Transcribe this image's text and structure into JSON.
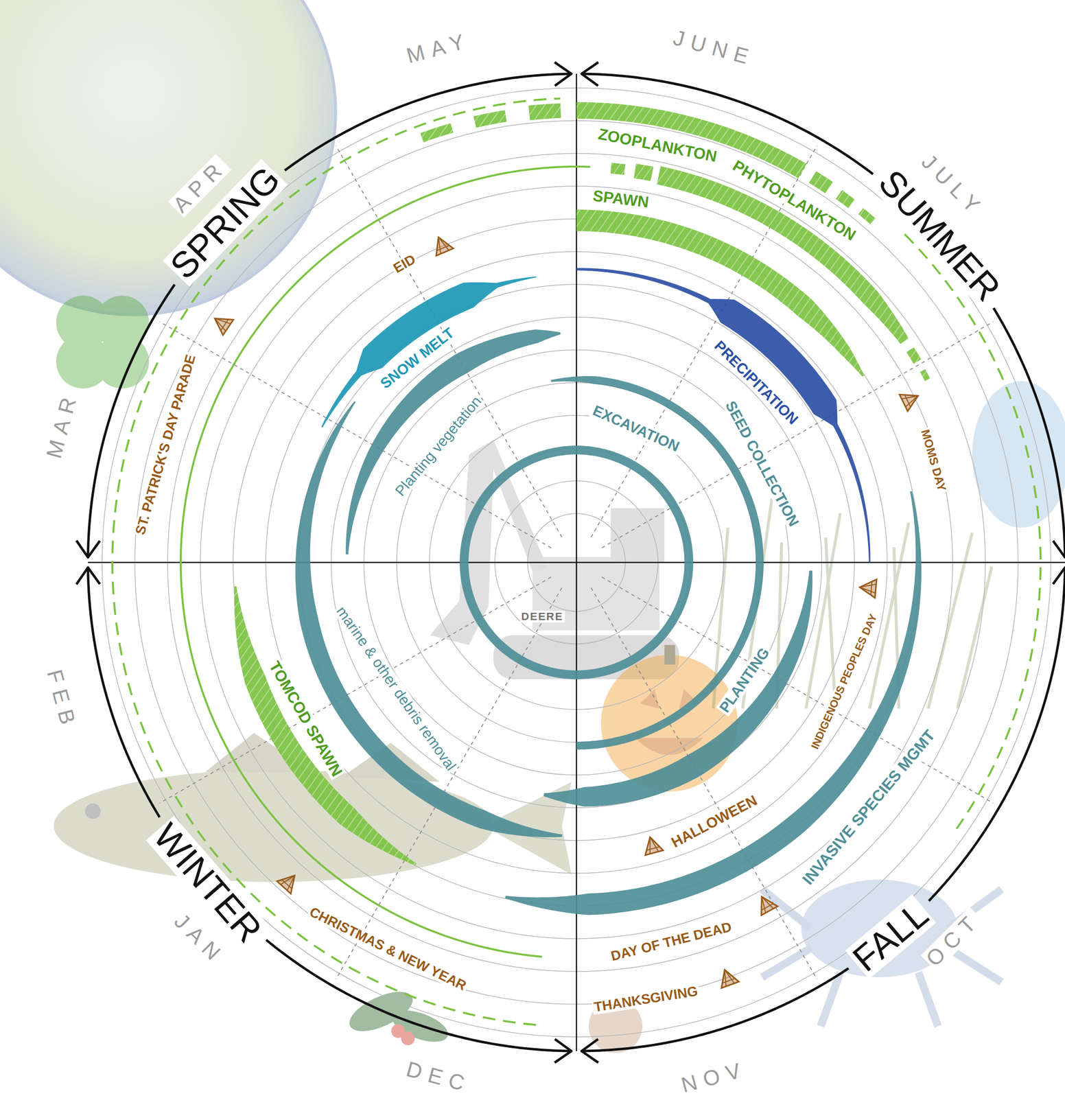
{
  "diagram": {
    "nodes": [
      {
        "text": [
          "ZOOPLANKTON"
        ]
      },
      {
        "text": [
          "PHYTOPLANKTON"
        ]
      },
      {
        "text": [
          "SPAWN"
        ]
      },
      {
        "text": [
          "PRECIPITATION"
        ]
      },
      {
        "text": [
          "SNOW MELT"
        ]
      },
      {
        "text": [
          "Planting vegetation"
        ]
      },
      {
        "text": [
          "EXCAVATION"
        ]
      },
      {
        "text": [
          "SEED COLLECTION"
        ]
      },
      {
        "text": [
          "PLANTING"
        ]
      },
      {
        "text": [
          "INVASIVE SPECIES MGMT"
        ]
      },
      {
        "text": [
          "marine & other debris removal"
        ]
      },
      {
        "text": [
          "TOMCOD SPAWN"
        ]
      }
    ],
    "labels": [
      "JUNE",
      "JULY",
      "SUMMER",
      "MOMS DAY",
      "OCT",
      "INDIGENOUS PEOPLES DAY",
      "HALLOWEEN",
      "DAY OF THE DEAD",
      "FALL",
      "THANKSGIVING",
      "NOV",
      "DEC",
      "CHRISTMAS & NEW YEAR",
      "WINTER",
      "JAN",
      "FEB",
      "MAR",
      "ST. PATRICK'S DAY PARADE",
      "SPRING",
      "APR",
      "EID",
      "MAY",
      "DEERE"
    ]
  }
}
